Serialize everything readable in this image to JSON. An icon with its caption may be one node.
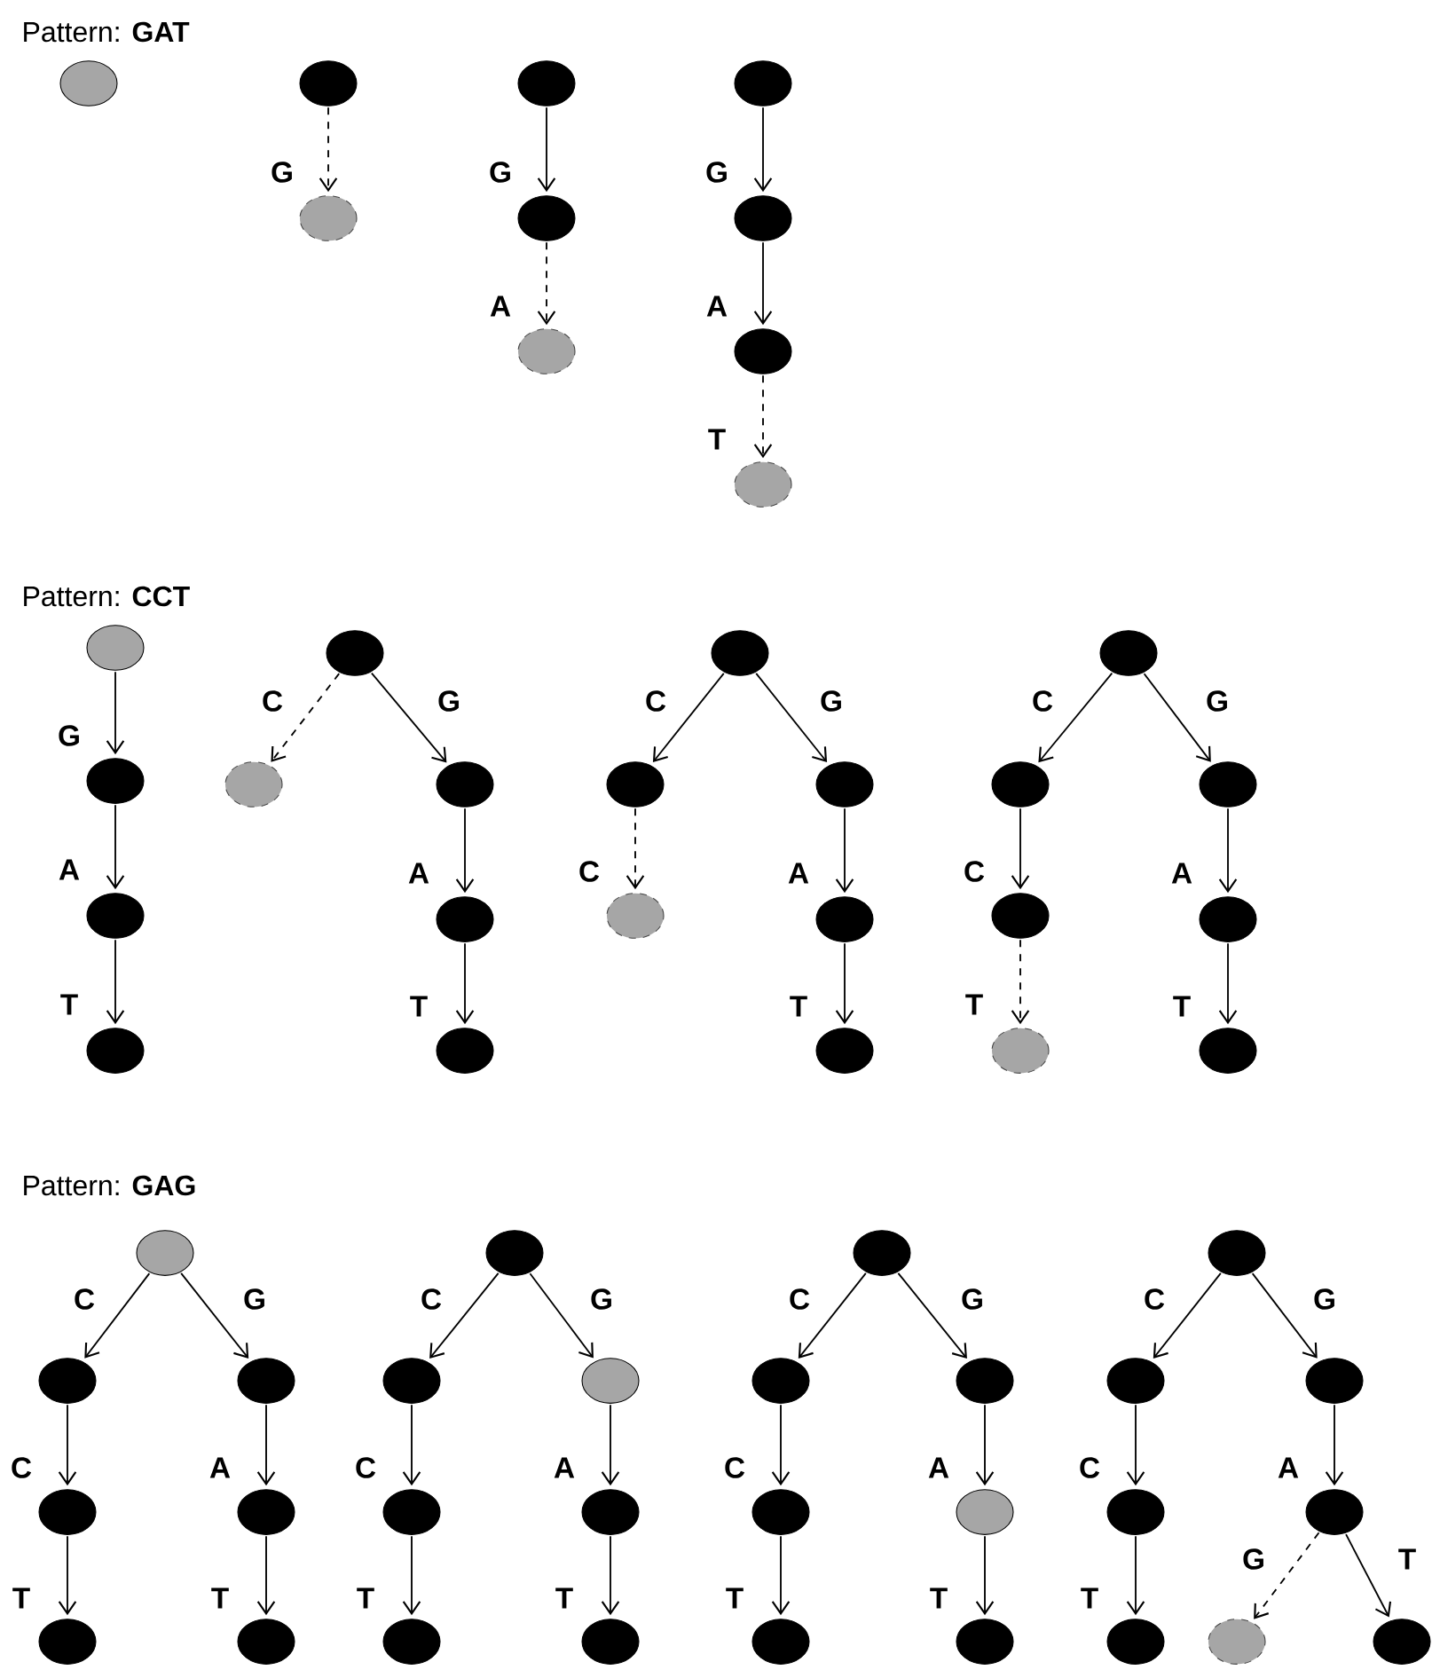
{
  "diagram": {
    "nodes": [
      {
        "text": [],
        "shape": "ellipse"
      },
      {
        "text": [],
        "shape": "ellipse"
      },
      {
        "text": [],
        "shape": "ellipse"
      },
      {
        "text": [],
        "shape": "ellipse"
      },
      {
        "text": [],
        "shape": "ellipse"
      },
      {
        "text": [],
        "shape": "ellipse"
      },
      {
        "text": [],
        "shape": "ellipse"
      },
      {
        "text": [],
        "shape": "ellipse"
      },
      {
        "text": [],
        "shape": "ellipse"
      },
      {
        "text": [],
        "shape": "ellipse"
      },
      {
        "text": [],
        "shape": "ellipse"
      },
      {
        "text": [],
        "shape": "ellipse"
      },
      {
        "text": [],
        "shape": "ellipse"
      },
      {
        "text": [],
        "shape": "ellipse"
      },
      {
        "text": [],
        "shape": "ellipse"
      },
      {
        "text": [],
        "shape": "ellipse"
      },
      {
        "text": [],
        "shape": "ellipse"
      },
      {
        "text": [],
        "shape": "ellipse"
      },
      {
        "text": [],
        "shape": "ellipse"
      },
      {
        "text": [],
        "shape": "ellipse"
      },
      {
        "text": [],
        "shape": "ellipse"
      },
      {
        "text": [],
        "shape": "ellipse"
      },
      {
        "text": [],
        "shape": "ellipse"
      },
      {
        "text": [],
        "shape": "ellipse"
      },
      {
        "text": [],
        "shape": "ellipse"
      },
      {
        "text": [],
        "shape": "ellipse"
      },
      {
        "text": [],
        "shape": "ellipse"
      },
      {
        "text": [],
        "shape": "ellipse"
      },
      {
        "text": [],
        "shape": "ellipse"
      },
      {
        "text": [],
        "shape": "ellipse"
      },
      {
        "text": [],
        "shape": "ellipse"
      },
      {
        "text": [],
        "shape": "ellipse"
      },
      {
        "text": [],
        "shape": "ellipse"
      },
      {
        "text": [],
        "shape": "ellipse"
      },
      {
        "text": [],
        "shape": "ellipse"
      },
      {
        "text": [],
        "shape": "ellipse"
      },
      {
        "text": [],
        "shape": "ellipse"
      },
      {
        "text": [],
        "shape": "ellipse"
      },
      {
        "text": [],
        "shape": "ellipse"
      },
      {
        "text": [],
        "shape": "ellipse"
      },
      {
        "text": [],
        "shape": "ellipse"
      },
      {
        "text": [],
        "shape": "ellipse"
      },
      {
        "text": [],
        "shape": "ellipse"
      },
      {
        "text": [],
        "shape": "ellipse"
      },
      {
        "text": [],
        "shape": "ellipse"
      },
      {
        "text": [],
        "shape": "ellipse"
      },
      {
        "text": [],
        "shape": "ellipse"
      },
      {
        "text": [],
        "shape": "ellipse"
      },
      {
        "text": [],
        "shape": "ellipse"
      },
      {
        "text": [],
        "shape": "ellipse"
      },
      {
        "text": [],
        "shape": "ellipse"
      },
      {
        "text": [],
        "shape": "ellipse"
      },
      {
        "text": [],
        "shape": "ellipse"
      },
      {
        "text": [],
        "shape": "ellipse"
      },
      {
        "text": [],
        "shape": "ellipse"
      },
      {
        "text": [],
        "shape": "ellipse"
      },
      {
        "text": [],
        "shape": "ellipse"
      },
      {
        "text": [],
        "shape": "ellipse"
      },
      {
        "text": [],
        "shape": "ellipse"
      },
      {
        "text": [],
        "shape": "ellipse"
      },
      {
        "text": [],
        "shape": "ellipse"
      }
    ],
    "edges": [
      {
        "from": 1,
        "to": 2,
        "arrow": "to",
        "label": "G",
        "style": "dashed"
      },
      {
        "from": 3,
        "to": 4,
        "arrow": "to",
        "label": "G"
      },
      {
        "from": 4,
        "to": 5,
        "arrow": "to",
        "label": "A",
        "style": "dashed"
      },
      {
        "from": 6,
        "to": 7,
        "arrow": "to",
        "label": "G"
      },
      {
        "from": 7,
        "to": 8,
        "arrow": "to",
        "label": "A"
      },
      {
        "from": 8,
        "to": 9,
        "arrow": "to",
        "label": "T",
        "style": "dashed"
      },
      {
        "from": 10,
        "to": 11,
        "arrow": "to",
        "label": "G"
      },
      {
        "from": 11,
        "to": 12,
        "arrow": "to",
        "label": "A"
      },
      {
        "from": 12,
        "to": 13,
        "arrow": "to",
        "label": "T"
      },
      {
        "from": 14,
        "to": 15,
        "arrow": "to",
        "label": "C",
        "style": "dashed"
      },
      {
        "from": 14,
        "to": 16,
        "arrow": "to",
        "label": "G"
      },
      {
        "from": 16,
        "to": 17,
        "arrow": "to",
        "label": "A"
      },
      {
        "from": 17,
        "to": 18,
        "arrow": "to",
        "label": "T"
      },
      {
        "from": 19,
        "to": 20,
        "arrow": "to",
        "label": "C"
      },
      {
        "from": 20,
        "to": 21,
        "arrow": "to",
        "label": "C",
        "style": "dashed"
      },
      {
        "from": 19,
        "to": 22,
        "arrow": "to",
        "label": "G"
      },
      {
        "from": 22,
        "to": 23,
        "arrow": "to",
        "label": "A"
      },
      {
        "from": 23,
        "to": 24,
        "arrow": "to",
        "label": "T"
      },
      {
        "from": 25,
        "to": 26,
        "arrow": "to",
        "label": "C"
      },
      {
        "from": 26,
        "to": 27,
        "arrow": "to",
        "label": "C"
      },
      {
        "from": 27,
        "to": 28,
        "arrow": "to",
        "label": "T",
        "style": "dashed"
      },
      {
        "from": 25,
        "to": 29,
        "arrow": "to",
        "label": "G"
      },
      {
        "from": 29,
        "to": 30,
        "arrow": "to",
        "label": "A"
      },
      {
        "from": 30,
        "to": 31,
        "arrow": "to",
        "label": "T"
      },
      {
        "from": 32,
        "to": 33,
        "arrow": "to",
        "label": "C"
      },
      {
        "from": 33,
        "to": 34,
        "arrow": "to",
        "label": "C"
      },
      {
        "from": 34,
        "to": 35,
        "arrow": "to",
        "label": "T"
      },
      {
        "from": 32,
        "to": 36,
        "arrow": "to",
        "label": "G"
      },
      {
        "from": 36,
        "to": 37,
        "arrow": "to",
        "label": "A"
      },
      {
        "from": 37,
        "to": 38,
        "arrow": "to",
        "label": "T"
      },
      {
        "from": 39,
        "to": 40,
        "arrow": "to",
        "label": "C"
      },
      {
        "from": 40,
        "to": 41,
        "arrow": "to",
        "label": "C"
      },
      {
        "from": 41,
        "to": 42,
        "arrow": "to",
        "label": "T"
      },
      {
        "from": 39,
        "to": 43,
        "arrow": "to",
        "label": "G"
      },
      {
        "from": 43,
        "to": 44,
        "arrow": "to",
        "label": "A"
      },
      {
        "from": 44,
        "to": 45,
        "arrow": "to",
        "label": "T"
      },
      {
        "from": 46,
        "to": 47,
        "arrow": "to",
        "label": "C"
      },
      {
        "from": 47,
        "to": 48,
        "arrow": "to",
        "label": "C"
      },
      {
        "from": 48,
        "to": 49,
        "arrow": "to",
        "label": "T"
      },
      {
        "from": 46,
        "to": 50,
        "arrow": "to",
        "label": "G"
      },
      {
        "from": 50,
        "to": 51,
        "arrow": "to",
        "label": "A"
      },
      {
        "from": 51,
        "to": 52,
        "arrow": "to",
        "label": "T"
      },
      {
        "from": 53,
        "to": 54,
        "arrow": "to",
        "label": "C"
      },
      {
        "from": 54,
        "to": 55,
        "arrow": "to",
        "label": "C"
      },
      {
        "from": 55,
        "to": 56,
        "arrow": "to",
        "label": "T"
      },
      {
        "from": 53,
        "to": 57,
        "arrow": "to",
        "label": "G"
      },
      {
        "from": 57,
        "to": 58,
        "arrow": "to",
        "label": "A"
      },
      {
        "from": 58,
        "to": 59,
        "arrow": "to",
        "label": "G",
        "style": "dashed"
      },
      {
        "from": 58,
        "to": 60,
        "arrow": "to",
        "label": "T"
      }
    ],
    "labels": [
      "Pattern: **GAT**",
      "Pattern: **CCT**",
      "Pattern: **GAG**"
    ]
  }
}
